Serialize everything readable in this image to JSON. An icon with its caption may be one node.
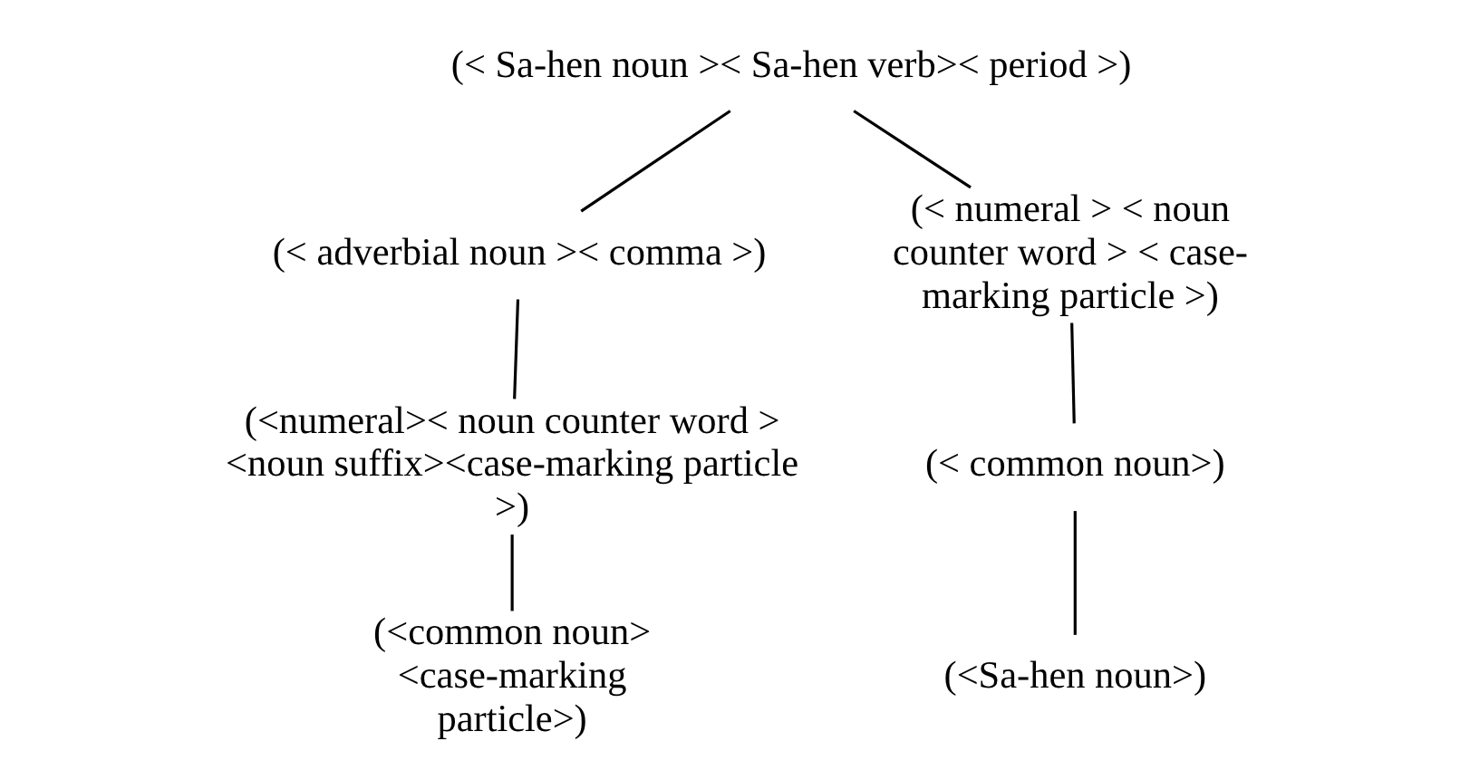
{
  "diagram": {
    "nodes": [
      {
        "text": [
          "(< Sa-hen noun >< Sa-hen verb>< period >)"
        ]
      },
      {
        "text": [
          "(< adverbial noun >< comma >)"
        ]
      },
      {
        "text": [
          "(< numeral > < noun counter word > < case-marking particle >)"
        ]
      },
      {
        "text": [
          "(<numeral>< noun counter word > <noun suffix><case-marking particle >)"
        ]
      },
      {
        "text": [
          "(< common noun>)"
        ]
      },
      {
        "text": [
          "(<common noun> <case-marking particle>)"
        ]
      },
      {
        "text": [
          "(<Sa-hen noun>)"
        ]
      }
    ],
    "edges": [
      {
        "from": 0,
        "to": 1,
        "arrow": "none"
      },
      {
        "from": 0,
        "to": 2,
        "arrow": "none"
      },
      {
        "from": 1,
        "to": 3,
        "arrow": "none"
      },
      {
        "from": 2,
        "to": 4,
        "arrow": "none"
      },
      {
        "from": 3,
        "to": 5,
        "arrow": "none"
      },
      {
        "from": 4,
        "to": 6,
        "arrow": "none"
      }
    ]
  }
}
